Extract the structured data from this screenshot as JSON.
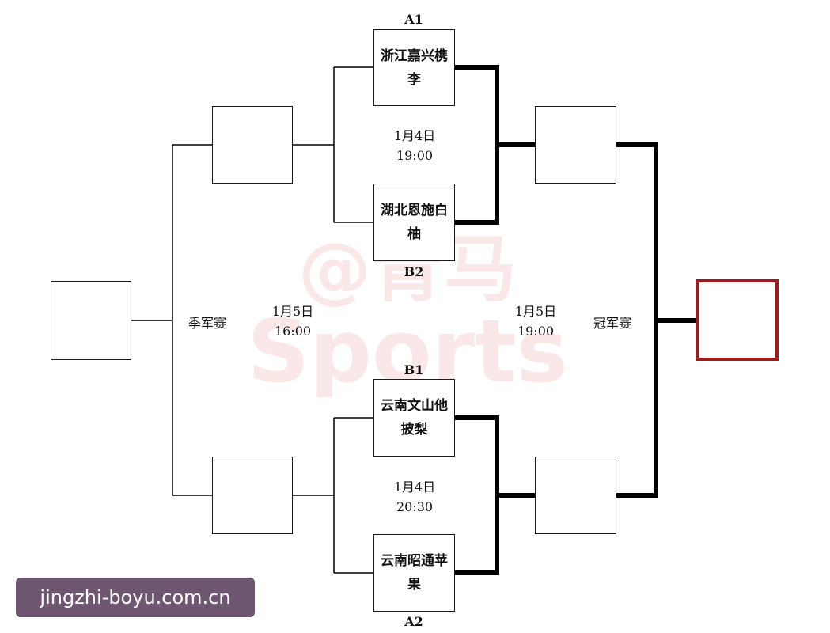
{
  "quarterfinals": {
    "top": {
      "seed_a": "A1",
      "team_a": "浙江嘉兴槜李",
      "team_b": "湖北恩施白柚",
      "seed_b": "B2",
      "date": "1月4日",
      "time": "19:00"
    },
    "bottom": {
      "seed_a": "B1",
      "team_a": "云南文山他披梨",
      "team_b": "云南昭通苹果",
      "seed_b": "A2",
      "date": "1月4日",
      "time": "20:30"
    }
  },
  "third_place": {
    "label": "季军赛",
    "date": "1月5日",
    "time": "16:00"
  },
  "final": {
    "label": "冠军赛",
    "date": "1月5日",
    "time": "19:00"
  },
  "watermark": {
    "top_text": "@青马",
    "bottom_text": "Sports",
    "color": "#e06060"
  },
  "site_badge": "jingzhi-boyu.com.cn",
  "colors": {
    "line": "#000000",
    "champion_border": "#9b1c1c",
    "badge_bg": "#6e5670"
  }
}
